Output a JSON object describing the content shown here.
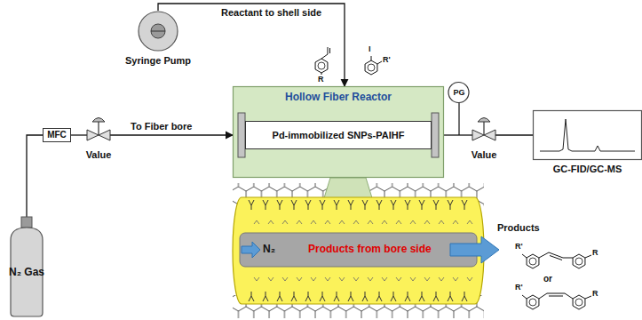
{
  "diagram": {
    "nodes": [
      {
        "text": [
          "Syringe Pump"
        ]
      },
      {
        "text": [
          "N₂ Gas"
        ]
      },
      {
        "text": [
          "MFC"
        ]
      },
      {
        "text": [
          "Value"
        ]
      },
      {
        "text": [
          "Hollow Fiber Reactor"
        ]
      },
      {
        "text": [
          "Pd-immobilized SNPs-PAIHF"
        ],
        "in": 4
      },
      {
        "text": [
          "PG"
        ]
      },
      {
        "text": [
          "Value"
        ]
      },
      {
        "text": [
          "GC-FID/GC-MS"
        ]
      },
      {
        "text": [
          "N₂",
          "Products from bore side"
        ]
      }
    ],
    "edges": [
      {
        "from": 1,
        "to": 2,
        "arrow": "none"
      },
      {
        "from": 2,
        "to": 3,
        "arrow": "none"
      },
      {
        "from": 3,
        "to": 4,
        "arrow": "to",
        "label": "To Fiber bore"
      },
      {
        "from": 0,
        "to": 4,
        "arrow": "to",
        "label": "Reactant to shell side"
      },
      {
        "from": 4,
        "to": 7,
        "arrow": "none"
      },
      {
        "from": 7,
        "to": 8,
        "arrow": "none"
      }
    ],
    "labels": [
      "I",
      "R'",
      "R",
      "Products",
      "R'",
      "R",
      "or",
      "R'",
      "R"
    ]
  }
}
